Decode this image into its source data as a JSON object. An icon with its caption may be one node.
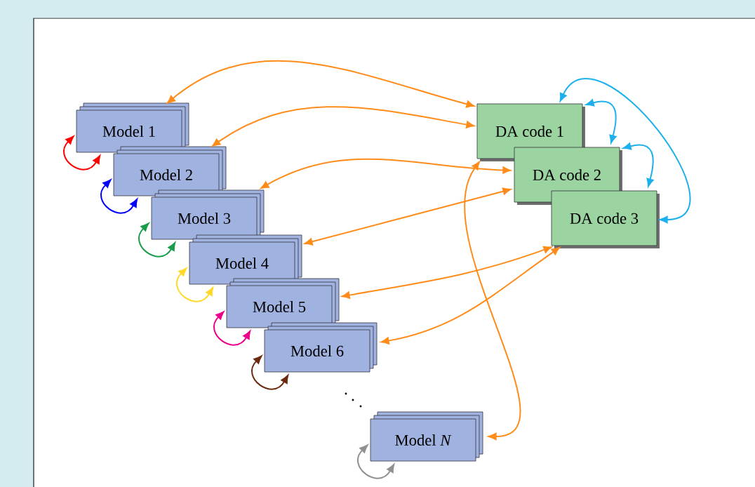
{
  "diagram": {
    "nodes": [
      {
        "text": [
          "Model 1"
        ]
      },
      {
        "text": [
          "Model 2"
        ]
      },
      {
        "text": [
          "Model 3"
        ]
      },
      {
        "text": [
          "Model 4"
        ]
      },
      {
        "text": [
          "Model 5"
        ]
      },
      {
        "text": [
          "Model 6"
        ]
      },
      {
        "text": [
          "Model *N*"
        ]
      },
      {
        "text": [
          "DA code 1"
        ]
      },
      {
        "text": [
          "DA code 2"
        ]
      },
      {
        "text": [
          "DA code 3"
        ]
      }
    ],
    "edges": [
      {
        "from": 0,
        "to": 7,
        "arrow": "both"
      },
      {
        "from": 1,
        "to": 7,
        "arrow": "both"
      },
      {
        "from": 2,
        "to": 8,
        "arrow": "both"
      },
      {
        "from": 3,
        "to": 8,
        "arrow": "both"
      },
      {
        "from": 4,
        "to": 9,
        "arrow": "both"
      },
      {
        "from": 5,
        "to": 9,
        "arrow": "both"
      },
      {
        "from": 6,
        "to": 7,
        "arrow": "both"
      },
      {
        "from": 7,
        "to": 9,
        "arrow": "both",
        "color": "#1cb0ec"
      },
      {
        "from": 7,
        "to": 8,
        "arrow": "both",
        "color": "#1cb0ec"
      },
      {
        "from": 8,
        "to": 9,
        "arrow": "both",
        "color": "#1cb0ec"
      },
      {
        "from": 0,
        "to": 0,
        "arrow": "both",
        "color": "#ff0000"
      },
      {
        "from": 1,
        "to": 1,
        "arrow": "both",
        "color": "#0000ff"
      },
      {
        "from": 2,
        "to": 2,
        "arrow": "both",
        "color": "#1a9c4a"
      },
      {
        "from": 3,
        "to": 3,
        "arrow": "both",
        "color": "#ffd92a"
      },
      {
        "from": 4,
        "to": 4,
        "arrow": "both",
        "color": "#ec008c"
      },
      {
        "from": 5,
        "to": 5,
        "arrow": "both",
        "color": "#6b2a10"
      },
      {
        "from": 6,
        "to": 6,
        "arrow": "both",
        "color": "#909090"
      }
    ]
  }
}
